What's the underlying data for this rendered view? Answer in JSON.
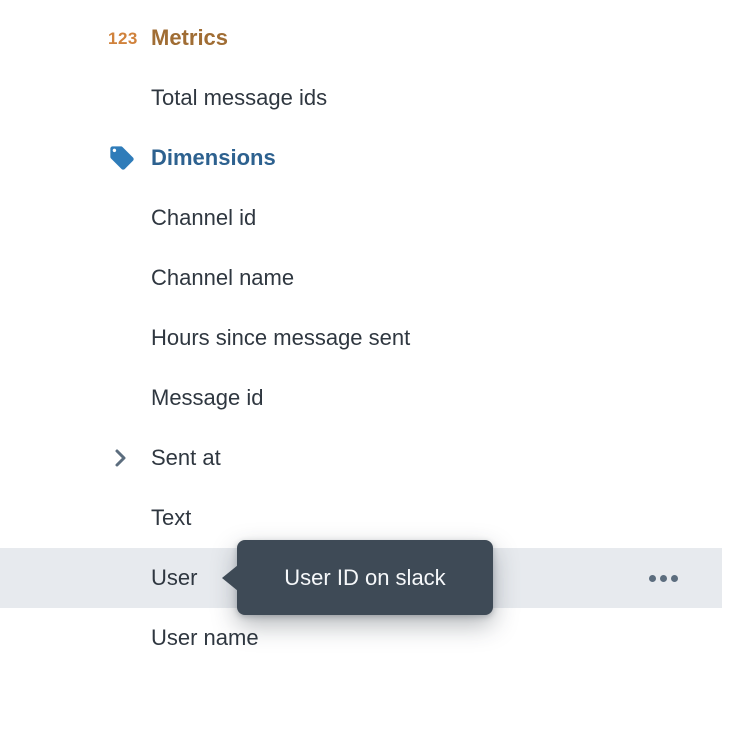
{
  "colors": {
    "metrics_header_text": "#a06d34",
    "numeric_icon": "#d0823c",
    "dimensions_header_text": "#2d618f",
    "tag_icon": "#2f7cb9",
    "item_text": "#2f3740",
    "muted_icon": "#5c6d7e",
    "hover_row_bg": "#e7eaee",
    "tooltip_bg": "#3e4a56",
    "tooltip_text": "#f6f8fa"
  },
  "icons": {
    "numeric_label": "123"
  },
  "rows": [
    {
      "type": "section-header",
      "label": "Metrics",
      "icon": "numeric-123-icon"
    },
    {
      "type": "item",
      "label": "Total message ids"
    },
    {
      "type": "section-header",
      "label": "Dimensions",
      "icon": "tag-icon"
    },
    {
      "type": "item",
      "label": "Channel id"
    },
    {
      "type": "item",
      "label": "Channel name"
    },
    {
      "type": "item",
      "label": "Hours since message sent"
    },
    {
      "type": "item",
      "label": "Message id"
    },
    {
      "type": "item",
      "label": "Sent at",
      "icon": "chevron-right-icon",
      "expandable": true
    },
    {
      "type": "item",
      "label": "Text"
    },
    {
      "type": "item",
      "label": "User",
      "state": "hovered",
      "tooltip": "User ID on slack",
      "has_menu": true
    },
    {
      "type": "item",
      "label": "User name"
    }
  ]
}
